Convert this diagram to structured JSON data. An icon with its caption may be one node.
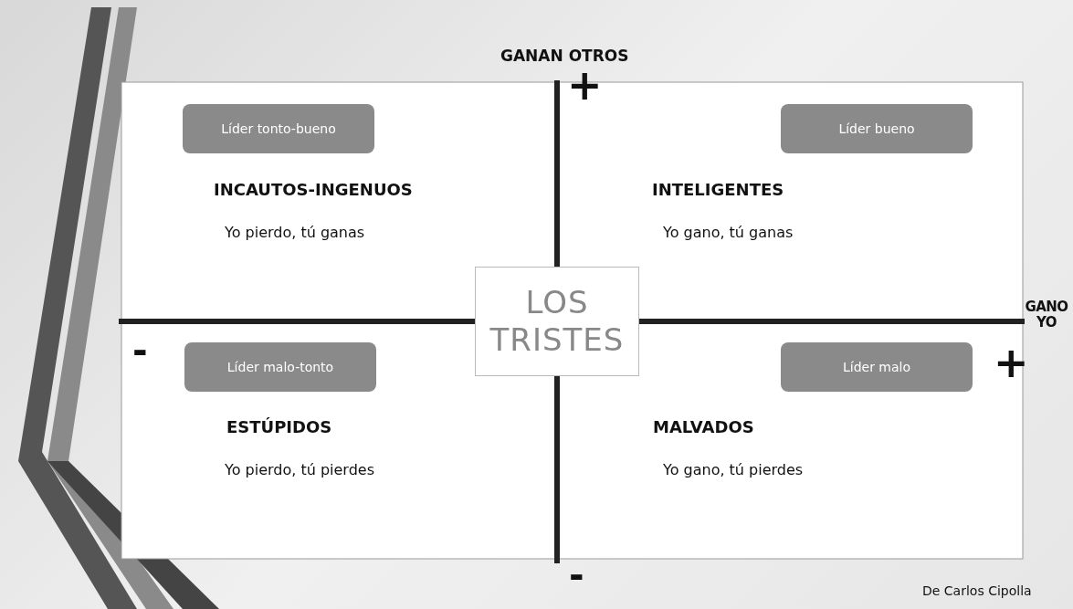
{
  "diagram": {
    "nodes": [
      {
        "text": [
          "Líder tonto-bueno"
        ]
      },
      {
        "text": [
          "Líder bueno"
        ]
      },
      {
        "text": [
          "LOS TRISTES"
        ]
      },
      {
        "text": [
          "Líder malo-tonto"
        ]
      },
      {
        "text": [
          "Líder malo"
        ]
      }
    ],
    "labels": [
      "GANAN OTROS",
      "+",
      "INCAUTOS-INGENUOS",
      "INTELIGENTES",
      "Yo pierdo, tú ganas",
      "Yo gano, tú ganas",
      "GANO YO",
      "-",
      "+",
      "ESTÚPIDOS",
      "MALVADOS",
      "Yo pierdo, tú pierdes",
      "Yo gano, tú pierdes",
      "-",
      "De Carlos Cipolla"
    ]
  }
}
